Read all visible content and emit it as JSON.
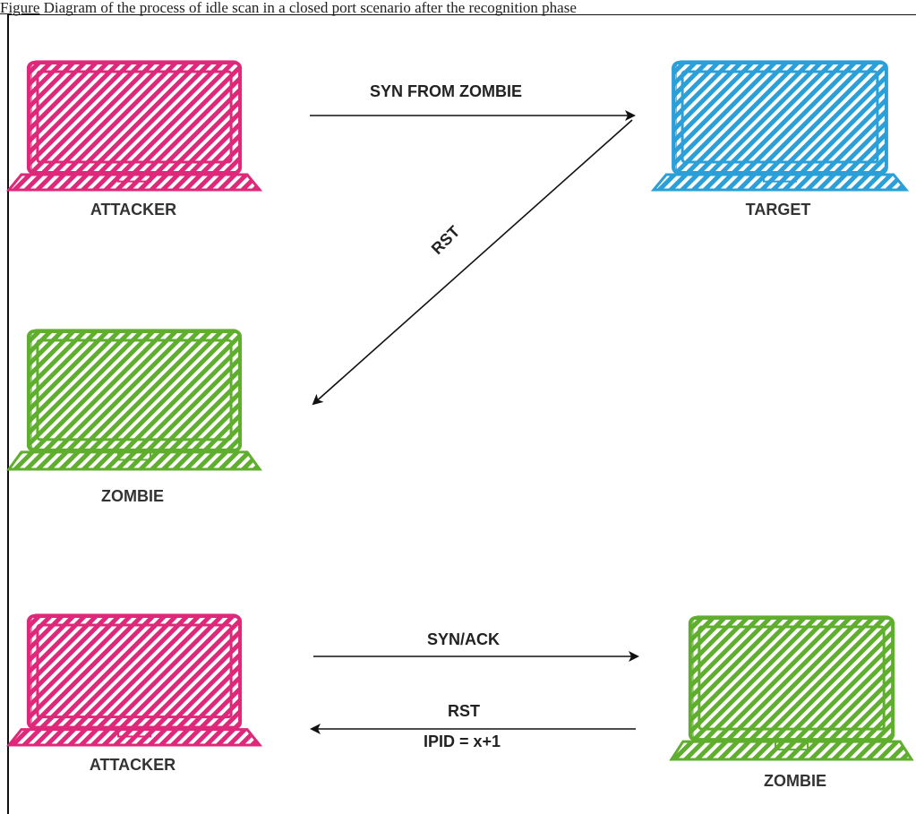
{
  "caption": {
    "figure_ref": "Figure",
    "text": " Diagram of the process of idle scan in a closed port scenario after the recognition phase"
  },
  "colors": {
    "attacker": "#e0287a",
    "target": "#2a9fd8",
    "zombie": "#5fae2e",
    "arrow": "#111111"
  },
  "scenario_top": {
    "attacker_label": "ATTACKER",
    "target_label": "TARGET",
    "zombie_label": "ZOMBIE",
    "syn_label": "SYN FROM ZOMBIE",
    "rst_label": "RST"
  },
  "scenario_bottom": {
    "attacker_label": "ATTACKER",
    "zombie_label": "ZOMBIE",
    "synack_label": "SYN/ACK",
    "rst_label": "RST",
    "ipid_label": "IPID = x+1"
  }
}
